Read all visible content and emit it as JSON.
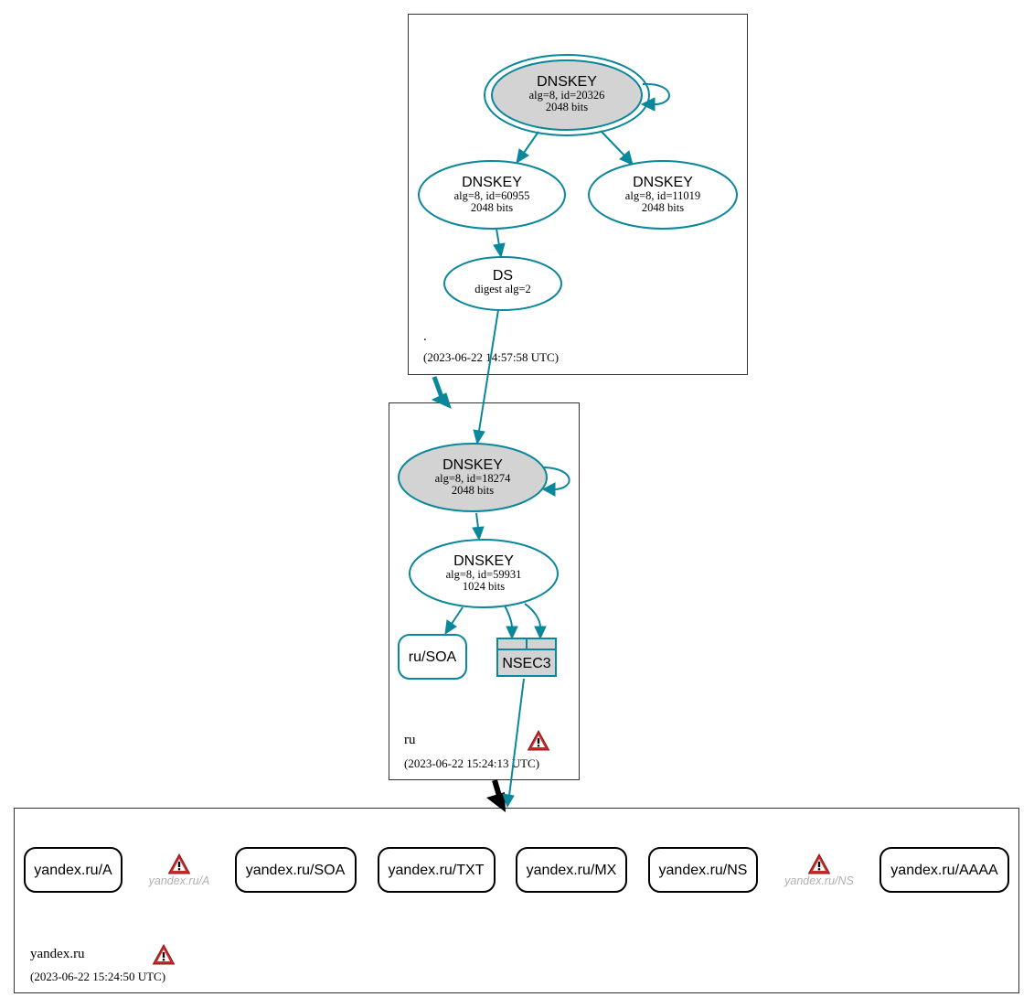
{
  "root_zone": {
    "name": ".",
    "timestamp": "(2023-06-22 14:57:58 UTC)",
    "ksk": {
      "type": "DNSKEY",
      "detail": "alg=8, id=20326",
      "bits": "2048 bits"
    },
    "zsk1": {
      "type": "DNSKEY",
      "detail": "alg=8, id=60955",
      "bits": "2048 bits"
    },
    "zsk2": {
      "type": "DNSKEY",
      "detail": "alg=8, id=11019",
      "bits": "2048 bits"
    },
    "ds": {
      "type": "DS",
      "detail": "digest alg=2"
    }
  },
  "ru_zone": {
    "name": "ru",
    "timestamp": "(2023-06-22 15:24:13 UTC)",
    "ksk": {
      "type": "DNSKEY",
      "detail": "alg=8, id=18274",
      "bits": "2048 bits"
    },
    "zsk": {
      "type": "DNSKEY",
      "detail": "alg=8, id=59931",
      "bits": "1024 bits"
    },
    "soa": "ru/SOA",
    "nsec3": "NSEC3"
  },
  "yandex_zone": {
    "name": "yandex.ru",
    "timestamp": "(2023-06-22 15:24:50 UTC)",
    "records": {
      "a": "yandex.ru/A",
      "soa": "yandex.ru/SOA",
      "txt": "yandex.ru/TXT",
      "mx": "yandex.ru/MX",
      "ns": "yandex.ru/NS",
      "aaaa": "yandex.ru/AAAA"
    },
    "warnings": {
      "a": "yandex.ru/A",
      "ns": "yandex.ru/NS"
    }
  },
  "colors": {
    "edge": "#0a879a",
    "ksk_fill": "#d3d3d3",
    "warning": "#cc2222"
  }
}
